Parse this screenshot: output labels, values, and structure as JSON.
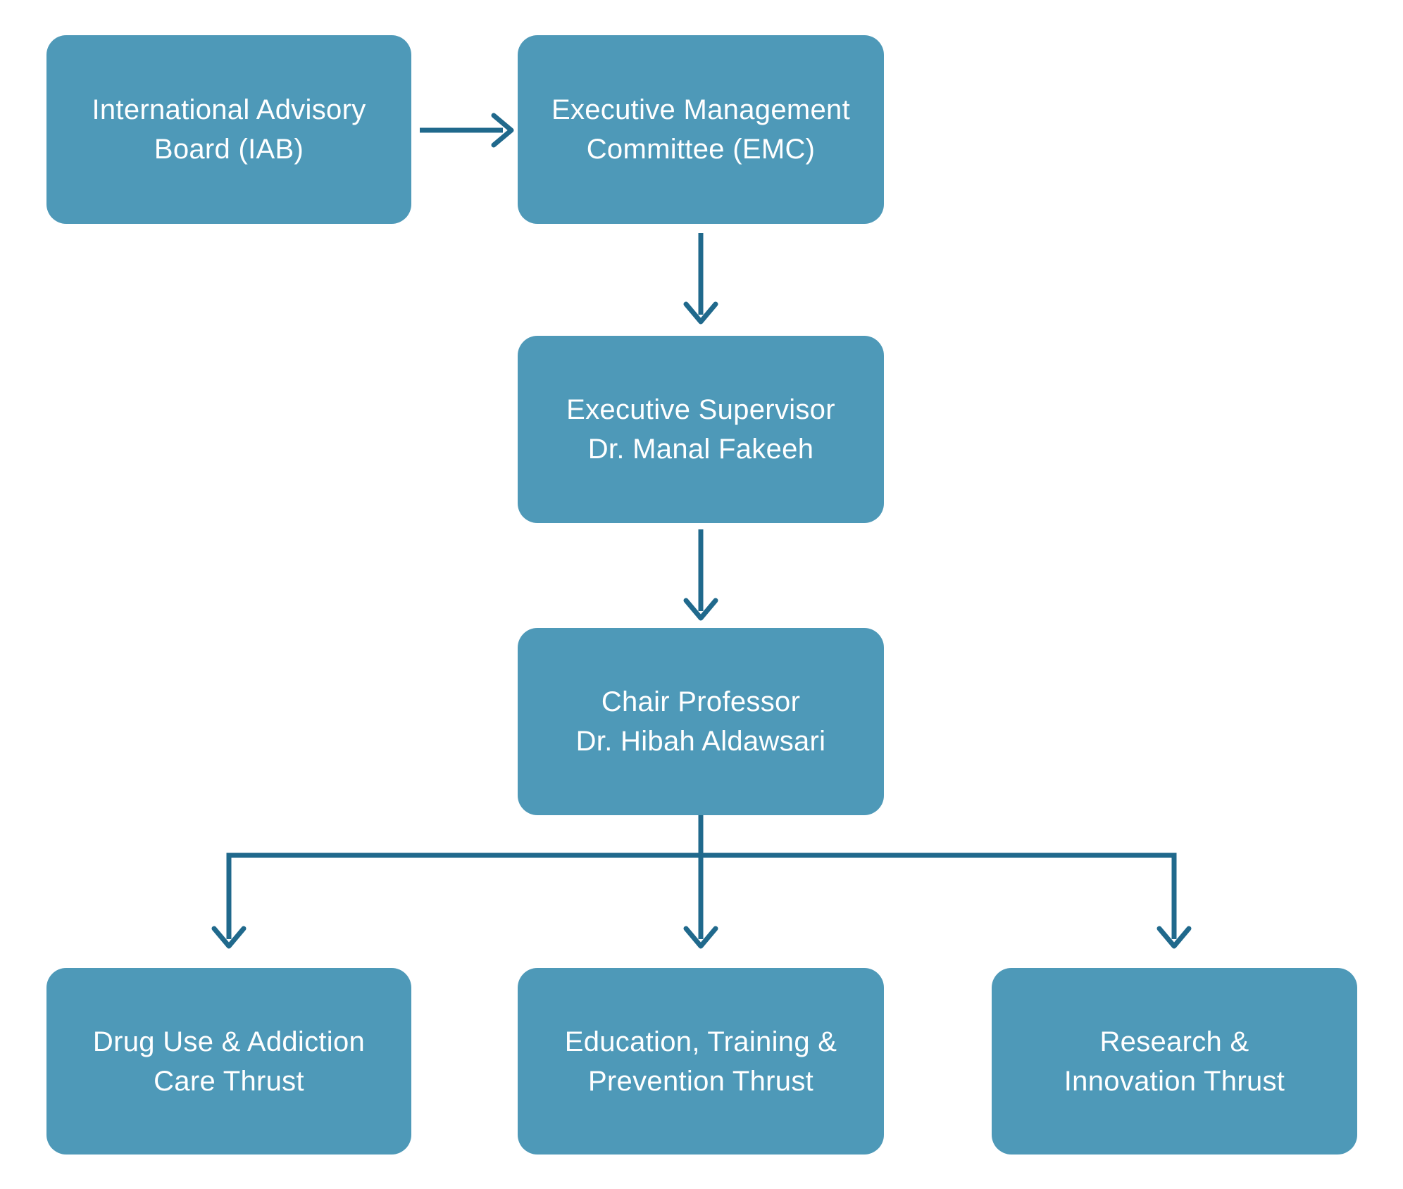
{
  "colors": {
    "background": "#FFFFFF",
    "node-fill": "#4E99B8",
    "node-text": "#FFFFFF",
    "connector": "#20698C"
  },
  "nodes": [
    {
      "id": "iab",
      "lines": [
        "International Advisory",
        "Board (IAB)"
      ]
    },
    {
      "id": "emc",
      "lines": [
        "Executive Management",
        "Committee (EMC)"
      ]
    },
    {
      "id": "supervisor",
      "lines": [
        "Executive Supervisor",
        "Dr. Manal Fakeeh"
      ]
    },
    {
      "id": "chair",
      "lines": [
        "Chair Professor",
        "Dr. Hibah Aldawsari"
      ]
    },
    {
      "id": "drug-use",
      "lines": [
        "Drug Use & Addiction",
        "Care Thrust"
      ]
    },
    {
      "id": "education",
      "lines": [
        "Education, Training &",
        "Prevention Thrust"
      ]
    },
    {
      "id": "research",
      "lines": [
        "Research &",
        "Innovation Thrust"
      ]
    }
  ],
  "edges": [
    {
      "from": "iab",
      "to": "emc"
    },
    {
      "from": "emc",
      "to": "supervisor"
    },
    {
      "from": "supervisor",
      "to": "chair"
    },
    {
      "from": "chair",
      "to": "drug-use"
    },
    {
      "from": "chair",
      "to": "education"
    },
    {
      "from": "chair",
      "to": "research"
    }
  ]
}
